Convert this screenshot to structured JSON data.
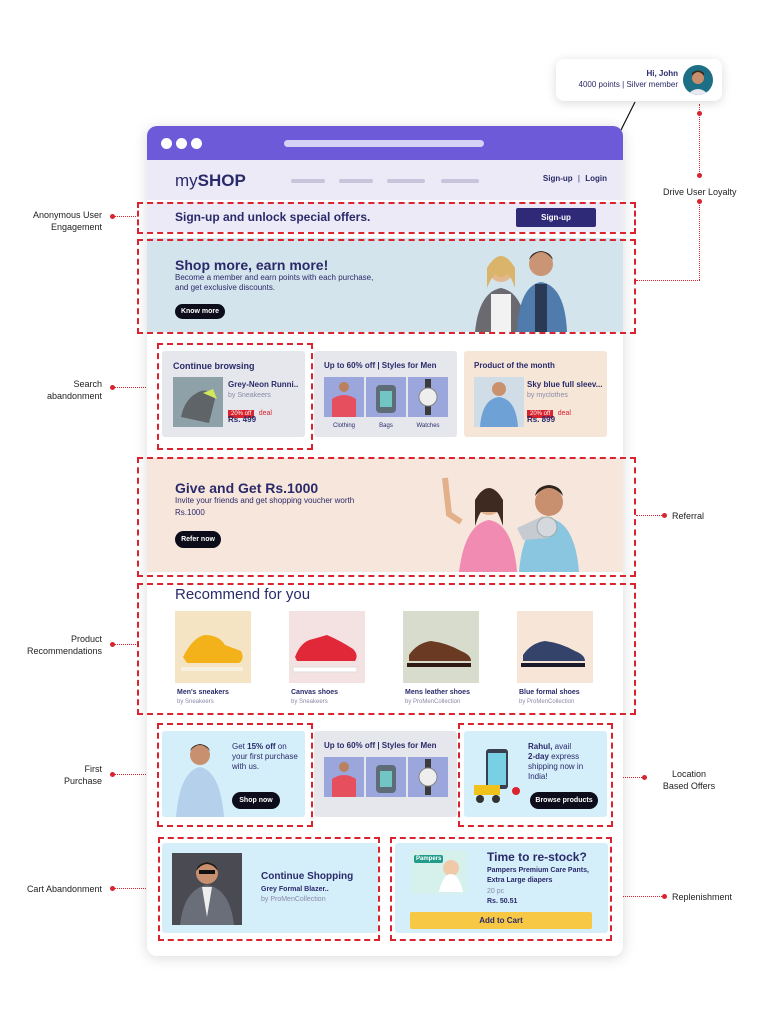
{
  "user_card": {
    "greeting": "Hi, John",
    "status": "4000 points | Silver member"
  },
  "annotations": {
    "drive_loyalty": "Drive User Loyalty",
    "anon_engagement": "Anonymous User\nEngagement",
    "search_abandonment": "Search\nabandonment",
    "referral": "Referral",
    "product_recs": "Product\nRecommendations",
    "first_purchase": "First\nPurchase",
    "location_offers": "Location\nBased Offers",
    "cart_abandonment": "Cart Abandonment",
    "replenishment": "Replenishment"
  },
  "header": {
    "logo_pre": "my",
    "logo_bold": "SHOP",
    "signup_link": "Sign-up",
    "separator": "|",
    "login_link": "Login"
  },
  "signup_banner": {
    "text": "Sign-up and unlock special offers.",
    "button": "Sign-up"
  },
  "hero": {
    "title": "Shop more, earn more!",
    "subtitle": "Become a member and earn points with each purchase, and get exclusive discounts.",
    "button": "Know more"
  },
  "continue_browsing": {
    "title": "Continue browsing",
    "product": "Grey-Neon Runni..",
    "brand": "by Sneakeers",
    "deal_badge": "20% off",
    "deal_label": "deal",
    "price": "Rs. 499"
  },
  "styles_for_men": {
    "title": "Up to 60% off | Styles for Men",
    "categories": [
      "Clothing",
      "Bags",
      "Watches"
    ]
  },
  "product_of_month": {
    "title": "Product of the month",
    "product": "Sky blue full sleev...",
    "brand": "by myclothes",
    "deal_badge": "20% off",
    "deal_label": "deal",
    "price": "Rs. 899"
  },
  "referral": {
    "title": "Give and Get Rs.1000",
    "subtitle": "Invite your friends and get shopping voucher worth Rs.1000",
    "button": "Refer now"
  },
  "recommend": {
    "title": "Recommend for you",
    "items": [
      {
        "name": "Men's sneakers",
        "brand": "by Sneakeers"
      },
      {
        "name": "Canvas shoes",
        "brand": "by Sneakeers"
      },
      {
        "name": "Mens leather shoes",
        "brand": "by ProMenCollection"
      },
      {
        "name": "Blue formal shoes",
        "brand": "by ProMenCollection"
      }
    ]
  },
  "first_purchase": {
    "pre": "Get ",
    "bold": "15% off",
    "post": " on your first purchase with us.",
    "button": "Shop now"
  },
  "styles_for_men_2": {
    "title": "Up to 60% off | Styles for Men"
  },
  "location": {
    "name": "Rahul,",
    "avail": " avail",
    "bold": "2-day",
    "post": " express shipping now in India!",
    "button": "Browse products"
  },
  "cart": {
    "title": "Continue Shopping",
    "product": "Grey Formal Blazer..",
    "brand": "by ProMenCollection"
  },
  "restock": {
    "title": "Time to re-stock?",
    "product": "Pampers Premium Care Pants, Extra Large diapers",
    "qty": "20 pc",
    "price": "Rs. 50.51",
    "button": "Add to Cart",
    "pack_brand": "Pampers"
  },
  "colors": {
    "accent": "#6c5ad8",
    "navy": "#2a2a6a",
    "red": "#d9232e",
    "yellow": "#f7c844"
  }
}
